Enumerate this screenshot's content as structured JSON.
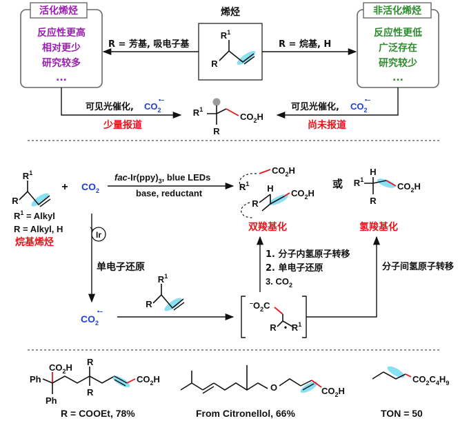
{
  "colors": {
    "purple": "#9b1fb0",
    "green": "#2e8b2e",
    "red": "#e8141b",
    "blue": "#1f3fd1",
    "black": "#111111",
    "cyan": "#62d6ee",
    "gray": "#9a9a9a",
    "box_border": "#666666"
  },
  "top": {
    "activated_box": {
      "title": "活化烯烃",
      "lines": [
        "反应性更高",
        "相对更少",
        "研究较多",
        "..."
      ]
    },
    "center_label": "烯烃",
    "unactivated_box": {
      "title": "非活化烯烃",
      "lines": [
        "反应性更低",
        "广泛存在",
        "研究较少",
        "..."
      ]
    },
    "left_arrow_label": "R = 芳基, 吸电子基",
    "right_arrow_label": "R = 烷基, H",
    "alkene_r1": "R",
    "alkene_r1_sup": "1",
    "alkene_r": "R",
    "left_condition": "可见光催化,",
    "right_condition": "可见光催化,",
    "co2_radical": "CO",
    "co2_sub": "2",
    "radical_sup": "•–",
    "left_status": "少量报道",
    "right_status": "尚未报道",
    "product_r1": "R",
    "product_r1_sup": "1",
    "product_r": "R",
    "product_co2h": "CO",
    "product_co2h_sub": "2",
    "product_co2h_h": "H"
  },
  "middle": {
    "substrate_r1": "R",
    "substrate_r1_sup": "1",
    "substrate_r": "R",
    "plus": "+",
    "co2": "CO",
    "co2_sub": "2",
    "reagent_prefix": "fac",
    "reagent_main": "-Ir(ppy)",
    "reagent_sub": "3",
    "reagent_suffix": ", blue LEDs",
    "reagent_line2": "base, reductant",
    "r1_def": "R",
    "r1_def_sup": "1",
    "r1_def_value": " = Alkyl",
    "r_def": "R = Alkyl, H",
    "substrate_label": "烷基烯烃",
    "ir_label": "Ir",
    "set_label": "单电子还原",
    "or_label": "或",
    "dicarboxylation_label": "双羧基化",
    "hydrocarboxylation_label": "氢羧基化",
    "steps": [
      "1. 分子内氢原子转移",
      "2. 单电子还原",
      "3. CO"
    ],
    "steps_co2_sub": "2",
    "intermolecular_label": "分子间氢原子转移",
    "co2_radical": "CO",
    "co2_radical_sub": "2",
    "co2_radical_sup": "•–",
    "intermediate_o2c": "O",
    "intermediate_o2c_sub": "2",
    "intermediate_o2c_c": "C",
    "intermediate_minus": "–",
    "dot": "•",
    "h": "H",
    "r": "R",
    "r1": "R",
    "r1_sup": "1",
    "product_co2h": "CO",
    "product_co2h_sub": "2",
    "product_co2h_h": "H"
  },
  "bottom": {
    "ex1": {
      "ph1": "Ph",
      "ph2": "Ph",
      "co2h_top": "CO",
      "co2h_top_sub": "2",
      "co2h_top_h": "H",
      "r_top": "R",
      "r_bottom": "R",
      "co2h_right": "CO",
      "co2h_right_sub": "2",
      "co2h_right_h": "H",
      "caption": "R = COOEt, 78%"
    },
    "ex2": {
      "o": "O",
      "co2h": "CO",
      "co2h_sub": "2",
      "co2h_h": "H",
      "caption": "From Citronellol, 66%"
    },
    "ex3": {
      "ester": "CO",
      "ester_sub": "2",
      "ester_c": "C",
      "ester_c_sub": "4",
      "ester_h": "H",
      "ester_h_sub": "9",
      "caption": "TON = 50"
    }
  }
}
